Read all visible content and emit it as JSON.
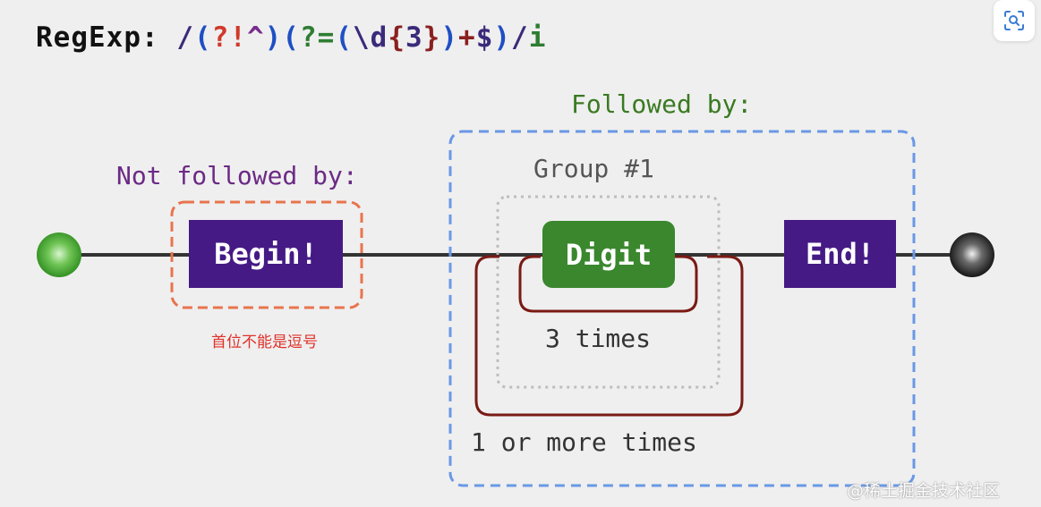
{
  "title": {
    "prefix": "RegExp: ",
    "tokens": [
      {
        "text": "/",
        "color": "#3b2a7a"
      },
      {
        "text": "(",
        "color": "#1f4fc4"
      },
      {
        "text": "?!",
        "color": "#d0392b"
      },
      {
        "text": "^",
        "color": "#7a2d8e"
      },
      {
        "text": ")",
        "color": "#1f4fc4"
      },
      {
        "text": "(",
        "color": "#1f4fc4"
      },
      {
        "text": "?=",
        "color": "#2e7d32"
      },
      {
        "text": "(",
        "color": "#1f4fc4"
      },
      {
        "text": "\\d",
        "color": "#3b2a7a"
      },
      {
        "text": "{",
        "color": "#8b1f1f"
      },
      {
        "text": "3",
        "color": "#3b2a7a"
      },
      {
        "text": "}",
        "color": "#8b1f1f"
      },
      {
        "text": ")",
        "color": "#1f4fc4"
      },
      {
        "text": "+",
        "color": "#8b1f1f"
      },
      {
        "text": "$",
        "color": "#3b2a7a"
      },
      {
        "text": ")",
        "color": "#1f4fc4"
      },
      {
        "text": "/",
        "color": "#3b2a7a"
      },
      {
        "text": "i",
        "color": "#2e7d32"
      }
    ]
  },
  "labels": {
    "followed_by": "Followed by:",
    "not_followed_by": "Not followed by:",
    "group": "Group #1",
    "three_times": "3 times",
    "one_or_more": "1 or more times"
  },
  "nodes": {
    "begin": "Begin!",
    "digit": "Digit",
    "end": "End!"
  },
  "note": "首位不能是逗号",
  "watermark": "@稀土掘金技术社区",
  "colors": {
    "purple_box": "#451a85",
    "green_box": "#3a872d",
    "followed_label": "#3a7a22",
    "not_followed_label": "#6b2a85",
    "group_label": "#555555",
    "blue_dash": "#6a98e6",
    "orange_dash": "#e8744e",
    "loop_red": "#7a1a14"
  },
  "icons": {
    "scan": "scan-icon"
  }
}
